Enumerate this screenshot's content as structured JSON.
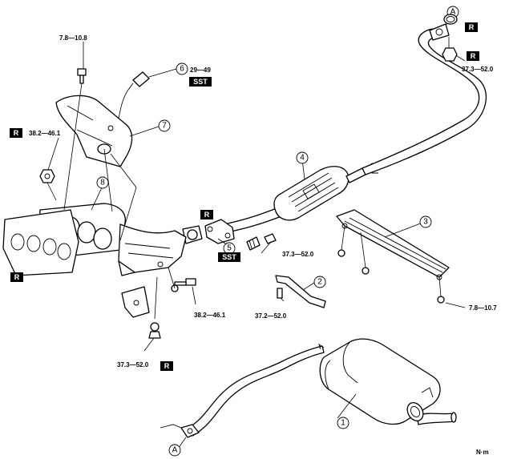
{
  "callouts": {
    "c1": "1",
    "c2": "2",
    "c3": "3",
    "c4": "4",
    "c5": "5",
    "c6": "6",
    "c7": "7",
    "c8": "8",
    "ref_a": "A"
  },
  "torques": {
    "heat_insulator_bolt": "7.8—10.8",
    "oxygen_sensor": "29—49",
    "manifold_nut": "38.2—46.1",
    "bracket_bolt": "38.2—46.1",
    "flange_nut_lower": "37.3—52.0",
    "front_pipe_nut": "37.3—52.0",
    "bracket_2_bolt": "37.2—52.0",
    "tail_flange_nut": "37.3—52.0",
    "insulator_3_bolt": "7.8—10.7"
  },
  "tags": {
    "replace": "R",
    "special_tool": "SST"
  },
  "unit_label": "N·m"
}
